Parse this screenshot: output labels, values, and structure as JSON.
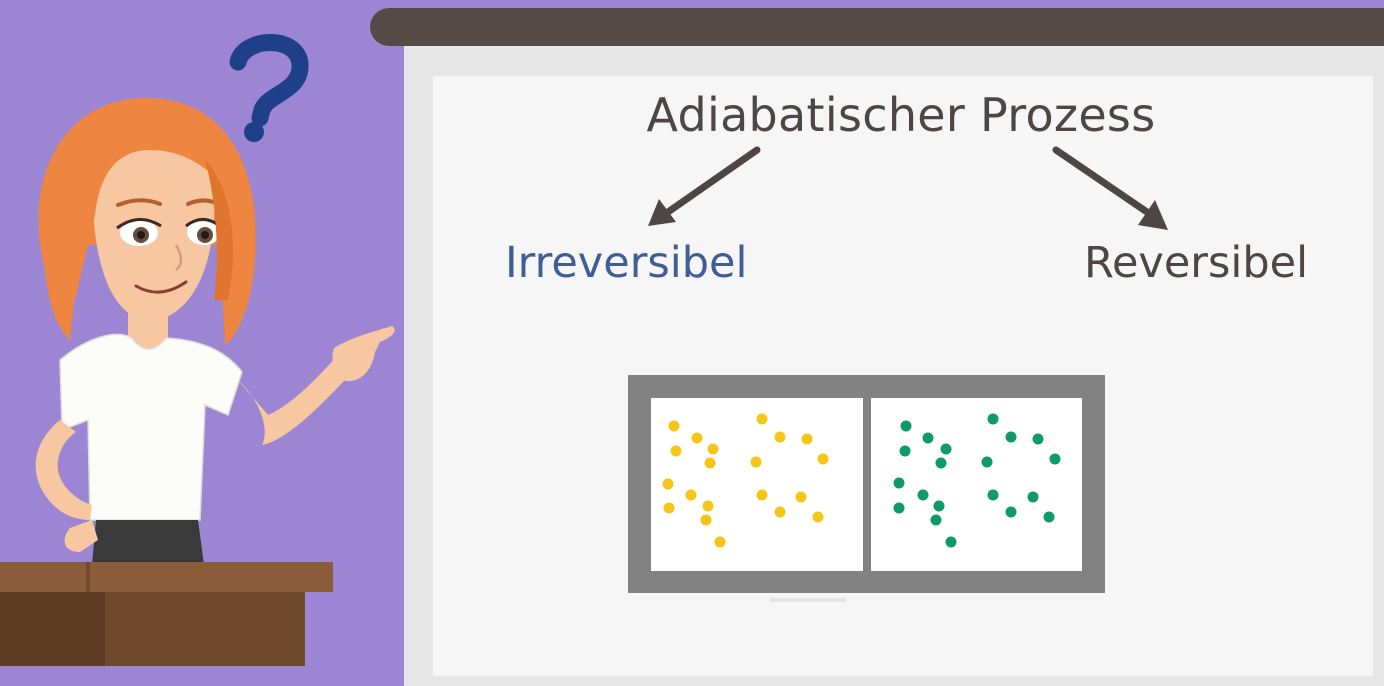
{
  "colors": {
    "background": "#9c86d4",
    "board_rail": "#564a46",
    "board_surface": "#f6f6f6",
    "irreversible_label": "#3f5e96",
    "container": "#828282",
    "particles_left": "#f5c518",
    "particles_right": "#0f9a6b",
    "hair": "#ee8540",
    "question_mark": "#1e3f8a"
  },
  "icons": {
    "question": "question-mark-icon"
  },
  "board": {
    "title": "Adiabatischer Prozess",
    "left_label": "Irreversibel",
    "right_label": "Reversibel"
  },
  "illustration": {
    "left_chamber_particles": "yellow",
    "right_chamber_particles": "green"
  }
}
